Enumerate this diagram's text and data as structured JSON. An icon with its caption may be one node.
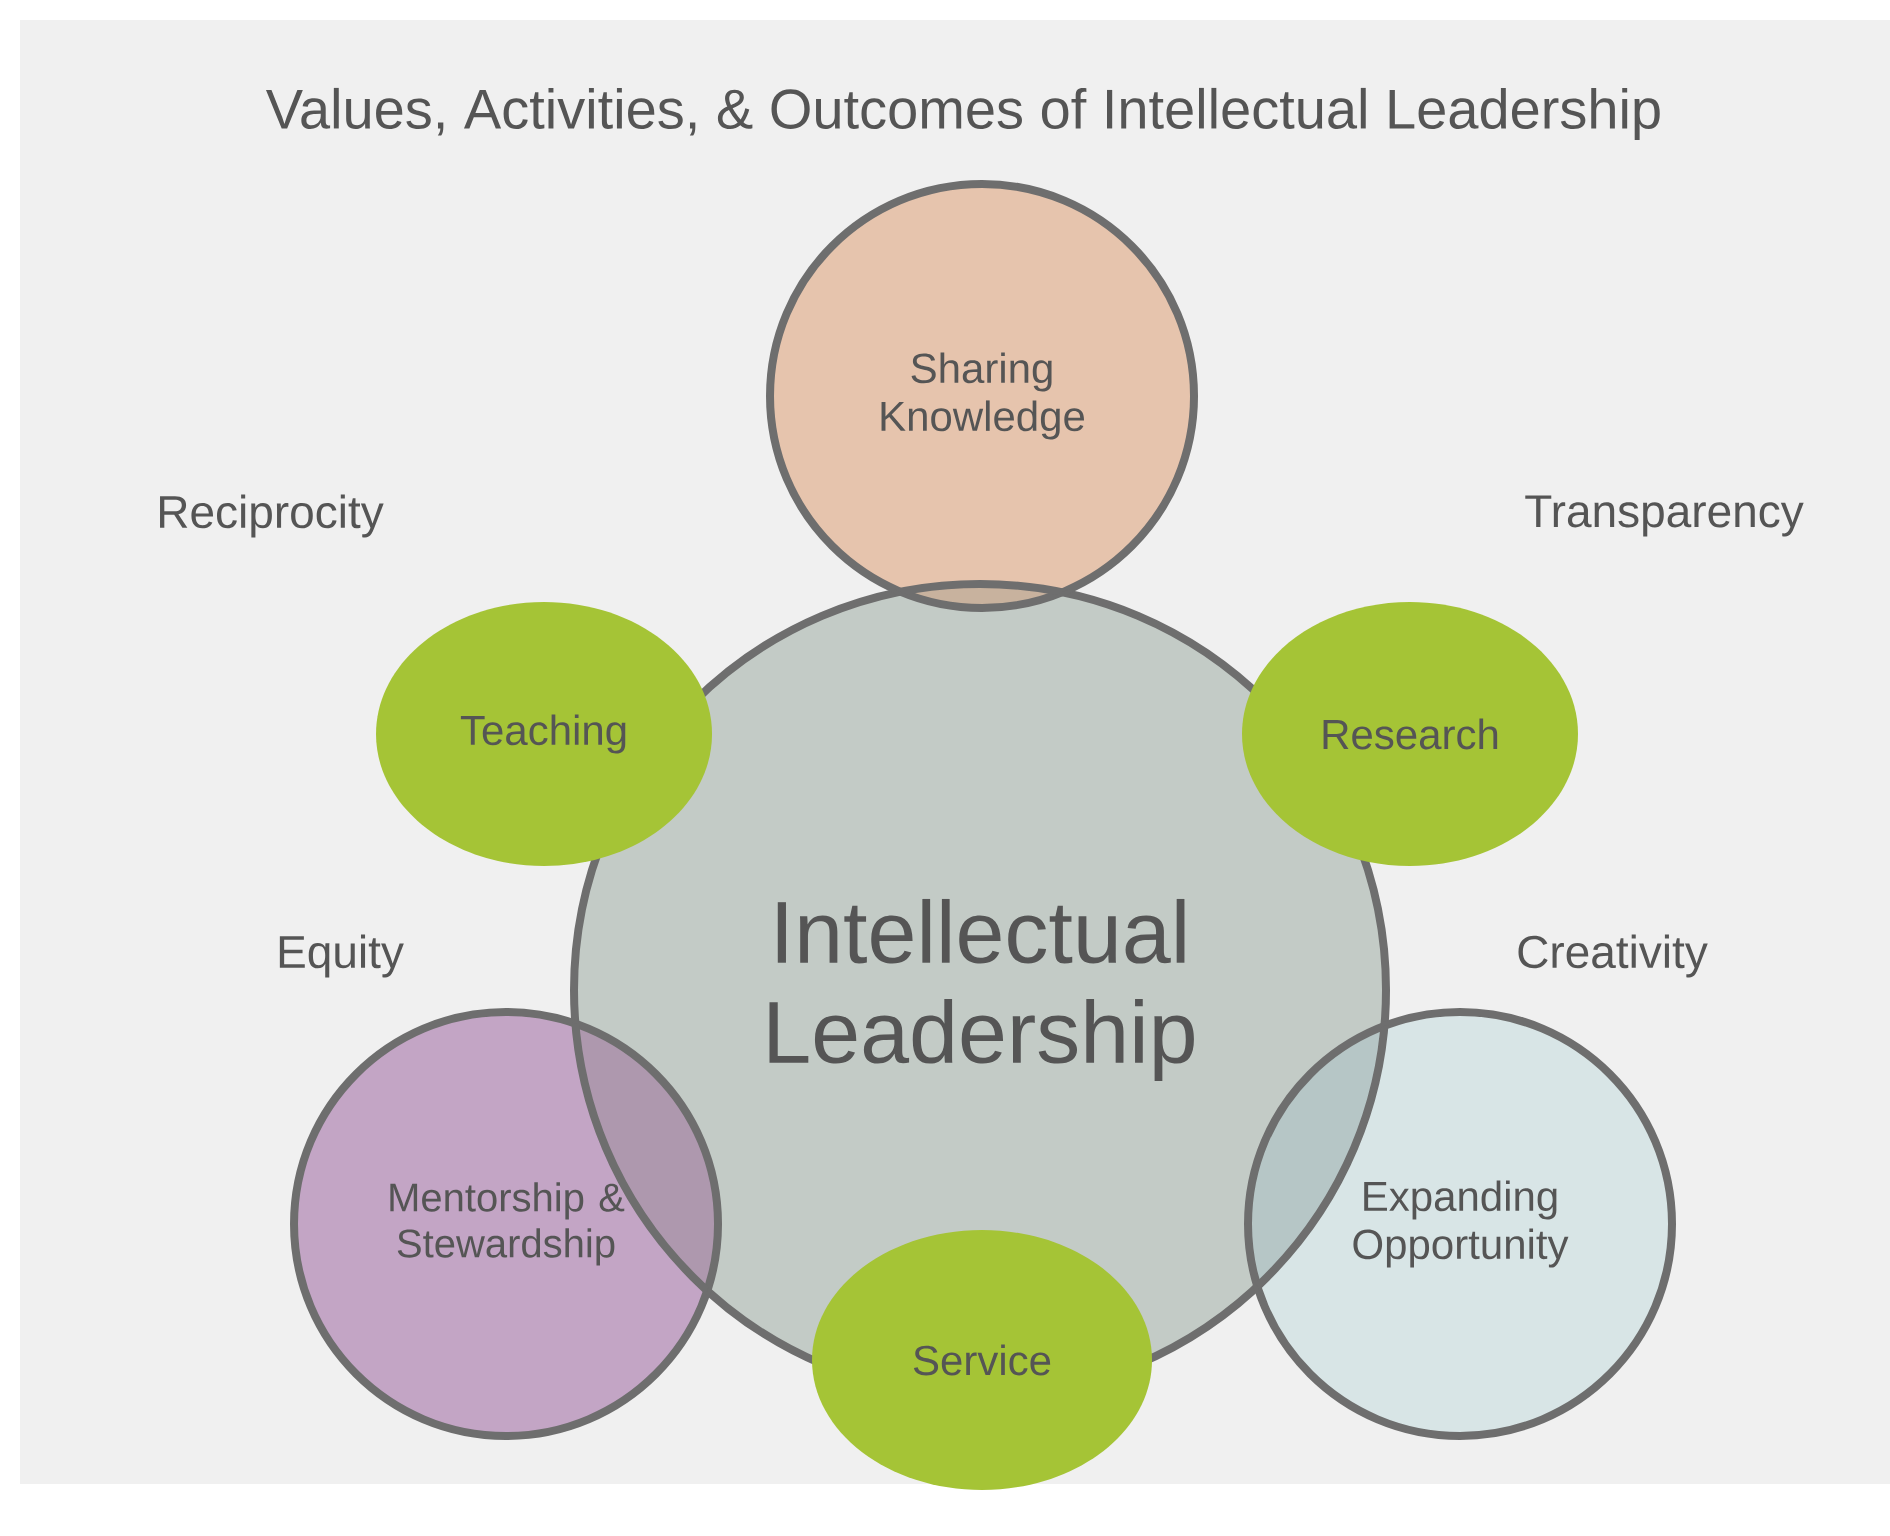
{
  "diagram": {
    "title": "Values, Activities, & Outcomes of Intellectual Leadership",
    "nodes": [
      {
        "text": [
          "Sharing Knowledge"
        ]
      },
      {
        "text": [
          "Teaching"
        ]
      },
      {
        "text": [
          "Research"
        ]
      },
      {
        "text": [
          "Intellectual Leadership"
        ]
      },
      {
        "text": [
          "Mentorship & Stewardship"
        ]
      },
      {
        "text": [
          "Expanding Opportunity"
        ]
      },
      {
        "text": [
          "Service"
        ]
      }
    ],
    "labels": [
      "Reciprocity",
      "Transparency",
      "Equity",
      "Creativity"
    ]
  }
}
